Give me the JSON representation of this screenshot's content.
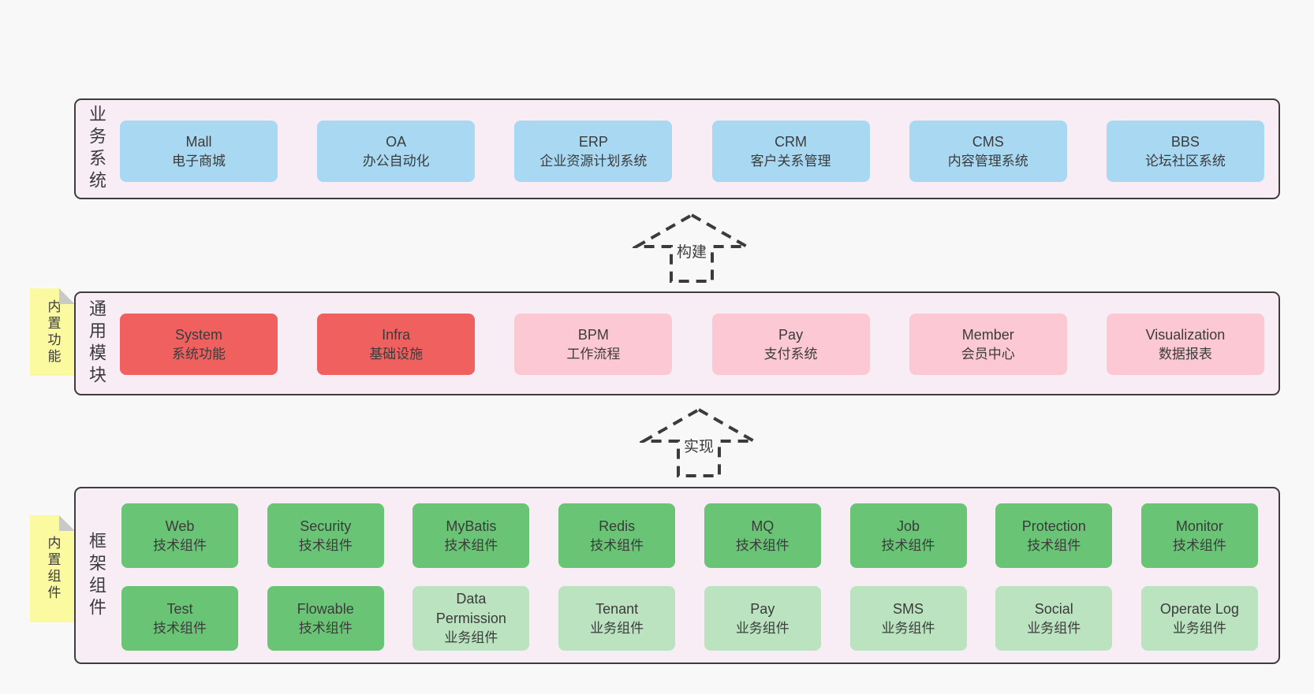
{
  "palette": {
    "page_bg": "#f8f8f8",
    "panel_bg": "#f8ecf5",
    "panel_border": "#3d3d3d",
    "blue_box": "#a8d8f2",
    "red_box": "#f0605e",
    "pink_box": "#fcc8d3",
    "green_box": "#6ac476",
    "light_green_box": "#bbe3c0",
    "sticky_note": "#fbfaa1",
    "note_fold": "#c9c9c9",
    "text": "#3b3b3b"
  },
  "arrows": {
    "build": "构建",
    "implement": "实现"
  },
  "sections": {
    "business": {
      "label": "业务系统",
      "boxes": [
        {
          "en": "Mall",
          "zh": "电子商城"
        },
        {
          "en": "OA",
          "zh": "办公自动化"
        },
        {
          "en": "ERP",
          "zh": "企业资源计划系统"
        },
        {
          "en": "CRM",
          "zh": "客户关系管理"
        },
        {
          "en": "CMS",
          "zh": "内容管理系统"
        },
        {
          "en": "BBS",
          "zh": "论坛社区系统"
        }
      ]
    },
    "modules": {
      "label": "通用模块",
      "note": "内置功能",
      "boxes": [
        {
          "en": "System",
          "zh": "系统功能"
        },
        {
          "en": "Infra",
          "zh": "基础设施"
        },
        {
          "en": "BPM",
          "zh": "工作流程"
        },
        {
          "en": "Pay",
          "zh": "支付系统"
        },
        {
          "en": "Member",
          "zh": "会员中心"
        },
        {
          "en": "Visualization",
          "zh": "数据报表"
        }
      ]
    },
    "framework": {
      "label": "框架组件",
      "note": "内置组件",
      "row1": [
        {
          "en": "Web",
          "zh": "技术组件"
        },
        {
          "en": "Security",
          "zh": "技术组件"
        },
        {
          "en": "MyBatis",
          "zh": "技术组件"
        },
        {
          "en": "Redis",
          "zh": "技术组件"
        },
        {
          "en": "MQ",
          "zh": "技术组件"
        },
        {
          "en": "Job",
          "zh": "技术组件"
        },
        {
          "en": "Protection",
          "zh": "技术组件"
        },
        {
          "en": "Monitor",
          "zh": "技术组件"
        }
      ],
      "row2": [
        {
          "en": "Test",
          "zh": "技术组件"
        },
        {
          "en": "Flowable",
          "zh": "技术组件"
        },
        {
          "en": "Data\nPermission",
          "zh": "业务组件"
        },
        {
          "en": "Tenant",
          "zh": "业务组件"
        },
        {
          "en": "Pay",
          "zh": "业务组件"
        },
        {
          "en": "SMS",
          "zh": "业务组件"
        },
        {
          "en": "Social",
          "zh": "业务组件"
        },
        {
          "en": "Operate Log",
          "zh": "业务组件"
        }
      ]
    }
  }
}
